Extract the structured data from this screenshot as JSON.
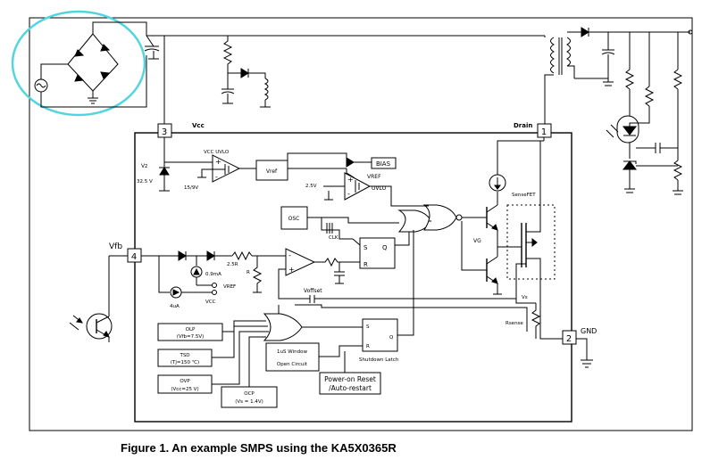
{
  "caption": "Figure 1. An example SMPS using the KA5X0365R",
  "pins": {
    "vcc_num": "3",
    "vcc_label": "Vcc",
    "drain_num": "1",
    "drain_label": "Drain",
    "vfb_num": "4",
    "vfb_label": "Vfb",
    "gnd_num": "2",
    "gnd_label": "GND"
  },
  "labels": {
    "vcc_uvlo": "VCC UVLO",
    "vz": "Vz",
    "vz_value": "32.5 V",
    "uvlo_threshold": "15/9V",
    "vref_block": "Vref",
    "bias": "BIAS",
    "vref_out": "VREF",
    "uvlo": "UVLO",
    "v_2_5": "2.5V",
    "osc": "OSC",
    "clk": "CLK",
    "s": "S",
    "q": "Q",
    "r": "R",
    "vg": "VG",
    "sensefet": "SenseFET",
    "current_0_9ma": "0.9mA",
    "r_2_5r": "2.5R",
    "r_r": "R",
    "vref_small": "VREF",
    "current_4ua": "4uA",
    "vcc_small": "VCC",
    "voffset": "Voffset",
    "vs": "Vs",
    "rsense": "Rsense",
    "olp_line1": "OLP",
    "olp_line2": "(Vfb=7.5V)",
    "tsd_line1": "TSD",
    "tsd_line2": "(Tj=150 ℃)",
    "ovp_line1": "OVP",
    "ovp_line2": "(Vcc=25 V)",
    "ocp_line1": "OCP",
    "ocp_line2": "(Vs = 1.4V)",
    "window_line1": "1uS Window",
    "window_line2": "Open Circuit",
    "latch_s": "S",
    "latch_r": "R",
    "latch_q": "Q",
    "shutdown_latch": "Shutdown Latch",
    "por_line1": "Power-on Reset",
    "por_line2": "/Auto-restart"
  },
  "colors": {
    "highlight": "#53d5e0",
    "line": "#000000"
  }
}
